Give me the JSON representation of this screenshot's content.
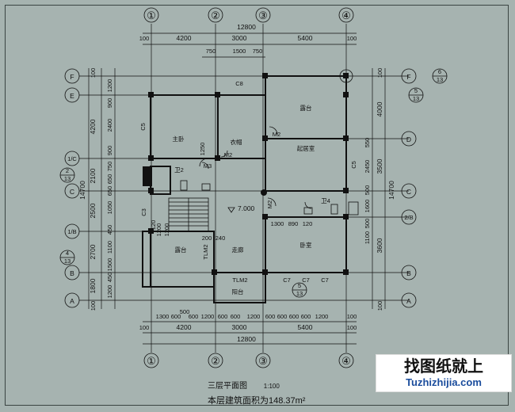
{
  "grid": {
    "top_axes": [
      "①",
      "②",
      "③",
      "④"
    ],
    "bottom_axes": [
      "①",
      "②",
      "③",
      "④"
    ],
    "left_axes": [
      "F",
      "E",
      "1/C",
      "C",
      "1/B",
      "B",
      "A"
    ],
    "right_axes": [
      "F",
      "D",
      "C",
      "2/B",
      "B",
      "A"
    ]
  },
  "dims": {
    "total_width": "12800",
    "top_segments": [
      "100",
      "4200",
      "3000",
      "5400",
      "100"
    ],
    "top_sub": [
      "750",
      "1500",
      "750"
    ],
    "bottom_segments_row1": [
      "1300",
      "600",
      "500",
      "600",
      "1200",
      "600",
      "600",
      "1200",
      "600",
      "600",
      "600",
      "600",
      "1200",
      "100"
    ],
    "bottom_segments_row2": [
      "100",
      "4200",
      "3000",
      "5400",
      "100"
    ],
    "left_outer": [
      "100",
      "4200",
      "2100",
      "2500",
      "2700",
      "1800",
      "100"
    ],
    "left_inner": [
      "1200",
      "900",
      "2400",
      "900",
      "750",
      "650",
      "650",
      "1050",
      "450",
      "1100",
      "1500",
      "450",
      "1200"
    ],
    "right_outer": [
      "100",
      "4000",
      "3500",
      "3600",
      "100"
    ],
    "right_inner": [
      "550",
      "2450",
      "500",
      "1600",
      "500",
      "1100"
    ],
    "height_total": "14700",
    "inner_misc": [
      "1300",
      "890",
      "120",
      "200",
      "240",
      "1200",
      "1200",
      "120",
      "1250"
    ],
    "elevation": "7.000"
  },
  "labels": {
    "c8": "C8",
    "c5_left": "C5",
    "c5_right": "C5",
    "c3": "C3",
    "c7": [
      "C7",
      "C7",
      "C7"
    ],
    "m2_1": "M2",
    "m2_2": "M2",
    "m2_3": "M2",
    "m3": "M3",
    "tlm2_v": "TLM2",
    "tlm2_h": "TLM2",
    "rooms": [
      "露台",
      "主卧",
      "衣帽",
      "卧室",
      "起居室",
      "卫2",
      "卫4",
      "露台",
      "走廊",
      "阳台"
    ]
  },
  "index_marks": [
    {
      "top": "6",
      "bottom": "13"
    },
    {
      "top": "5",
      "bottom": "13"
    },
    {
      "top": "2",
      "bottom": "13"
    },
    {
      "top": "4",
      "bottom": "13"
    },
    {
      "top": "5",
      "bottom": "13"
    }
  ],
  "title": {
    "name": "三层平面图",
    "scale": "1:100",
    "area": "本层建筑面积为148.37m²"
  },
  "watermark": {
    "cn": "找图纸就上",
    "en": "Tuzhizhijia.com"
  }
}
